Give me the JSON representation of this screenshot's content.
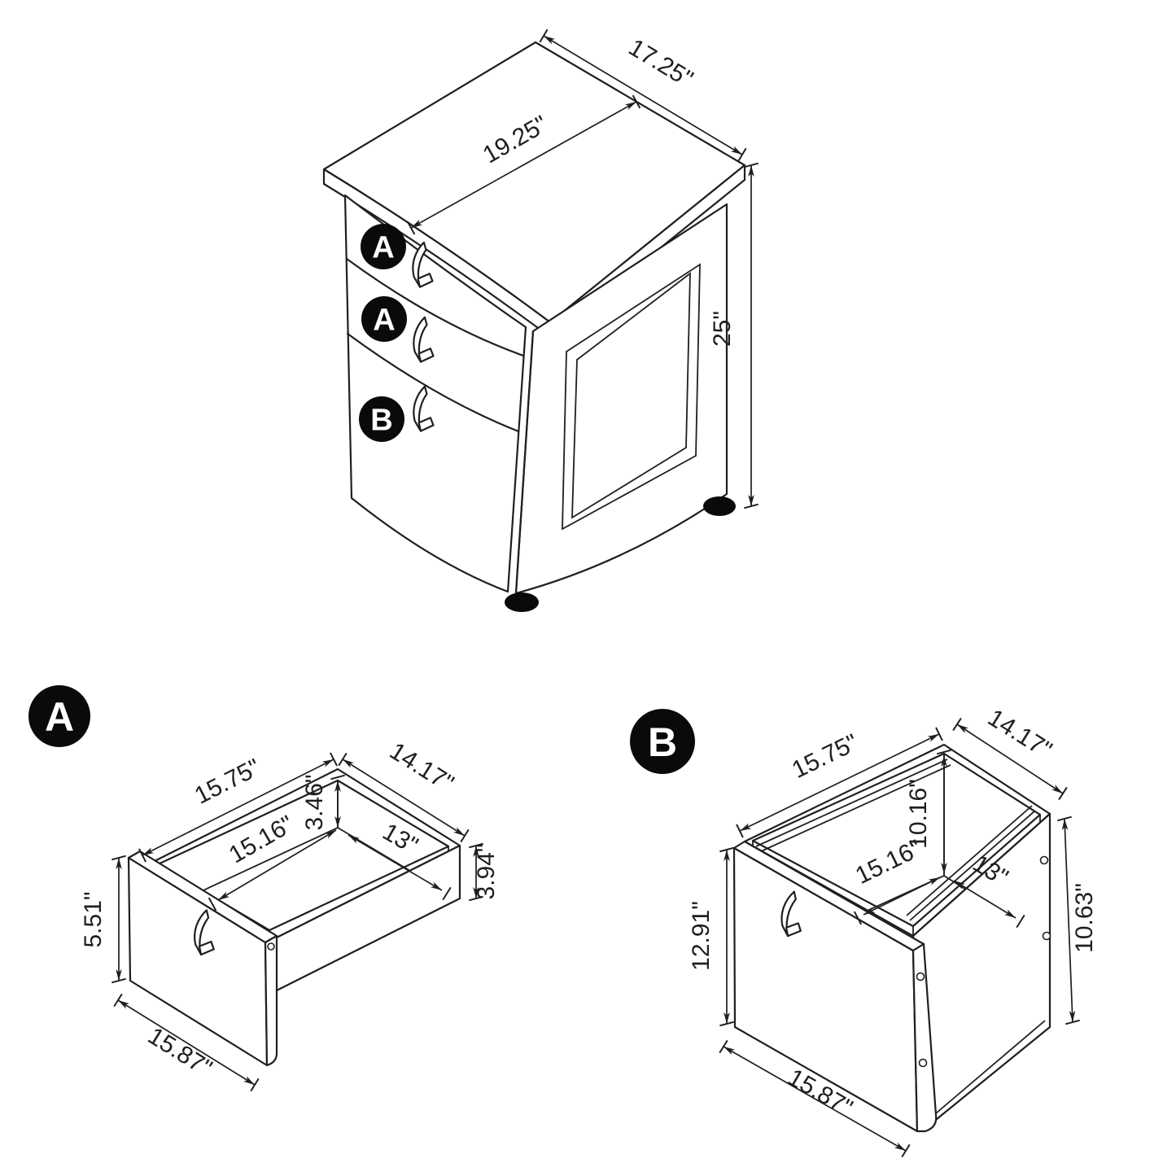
{
  "colors": {
    "background": "#ffffff",
    "line": "#1f1f1f",
    "badge_fill": "#0a0a0a",
    "badge_text": "#ffffff"
  },
  "cabinet": {
    "badges": [
      "A",
      "A",
      "B"
    ],
    "dims": {
      "top_face": "19.25\"",
      "top_right_edge": "17.25\"",
      "right_side": "25\""
    }
  },
  "drawer_a": {
    "badge": "A",
    "dims": {
      "top_left_edge": "15.75\"",
      "top_right_edge": "14.17\"",
      "inner_back_height": "3.46\"",
      "inner_left": "15.16\"",
      "inner_right": "13\"",
      "front_panel_height": "5.51\"",
      "side_height": "3.94\"",
      "front_panel_width": "15.87\""
    }
  },
  "drawer_b": {
    "badge": "B",
    "dims": {
      "top_left_edge": "15.75\"",
      "top_right_edge": "14.17\"",
      "inner_back_height": "10.16\"",
      "inner_left": "15.16\"",
      "inner_right": "13\"",
      "front_panel_height": "12.91\"",
      "side_height": "10.63\"",
      "front_panel_width": "15.87\""
    }
  }
}
